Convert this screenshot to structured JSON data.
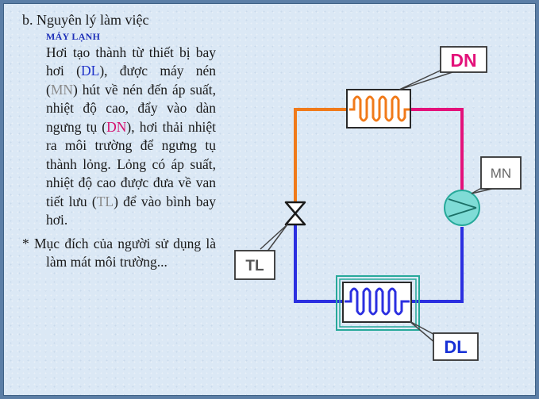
{
  "heading": "b. Nguyên lý làm việc",
  "subheading": "MÁY LẠNH",
  "body": {
    "t1": "Hơi tạo thành từ thiết bị bay hơi (",
    "dl": "DL",
    "t2": "), được máy nén (",
    "mn": "MN",
    "t3": ") hút về nén đến áp suất, nhiệt độ cao, đẩy vào dàn ngưng tụ (",
    "dn": "DN",
    "t4": "), hơi thải nhiệt ra môi trường để ngưng tụ thành lỏng. Lỏng có áp suất, nhiệt độ cao được đưa về van tiết lưu (",
    "tl": "TL",
    "t5": ") để vào bình bay hơi."
  },
  "purpose": "* Mục đích của người sử dụng là làm mát môi trường...",
  "diagram": {
    "condenser_label": "DN",
    "compressor_label": "MN",
    "valve_label": "TL",
    "evaporator_label": "DL"
  },
  "colors": {
    "orange_pipe": "#f07a1a",
    "pink_pipe": "#e3127a",
    "blue_pipe": "#2b2fe0",
    "condenser_label": "#e3127a",
    "evaporator_label": "#1730d6",
    "compressor_fill": "#7fdcd6",
    "evaporator_frame": "#27a99a"
  },
  "icons": {
    "condenser": "coil-icon",
    "evaporator": "coil-icon",
    "compressor": "compressor-icon",
    "valve": "expansion-valve-icon"
  }
}
